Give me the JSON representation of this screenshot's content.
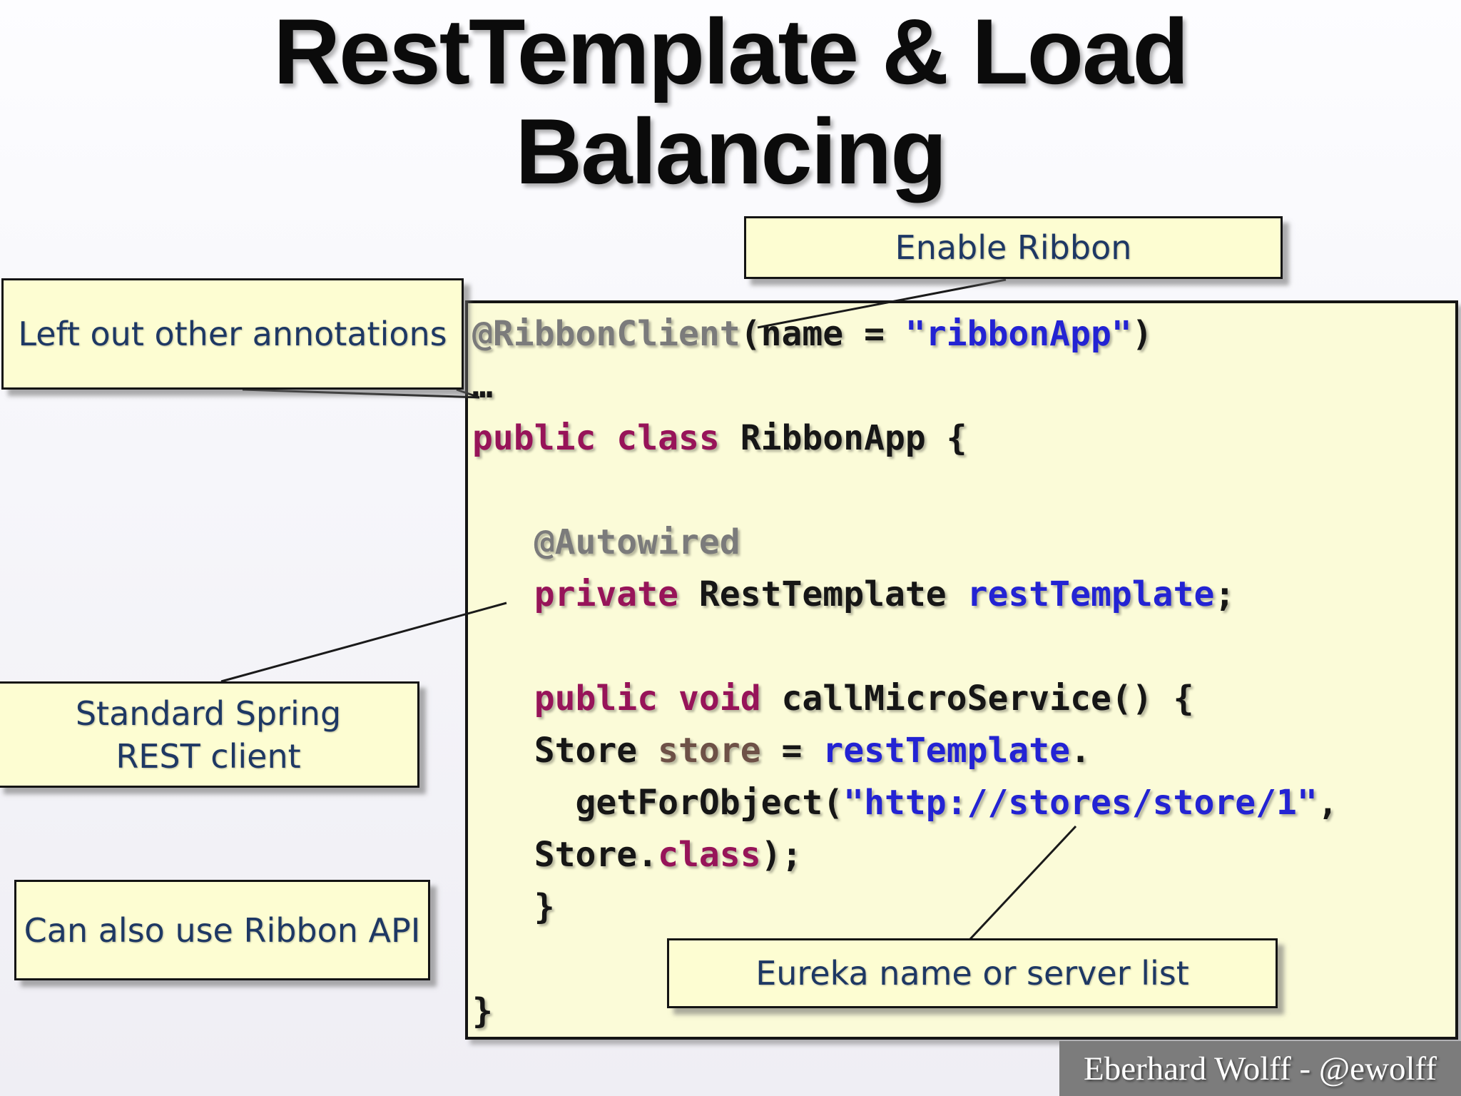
{
  "slide": {
    "title_line1": "RestTemplate & Load",
    "title_line2": "Balancing",
    "footer": "Eberhard Wolff - @ewolff"
  },
  "callouts": {
    "enable_ribbon": "Enable Ribbon",
    "left_out": "Left out other annotations",
    "standard_spring_line1": "Standard Spring",
    "standard_spring_line2": "REST client",
    "ribbon_api": "Can also use Ribbon API",
    "eureka": "Eureka name or server list"
  },
  "palette": {
    "annotation_gray": "#7b7b7b",
    "keyword_magenta": "#971459",
    "literal_blue": "#2323d3",
    "variable_brown": "#6e5147",
    "code_black": "#161616",
    "callout_navy": "#1e3864",
    "callout_yellow": "#fdfdd2",
    "codebox_yellow": "#fbfbd8",
    "footer_gray": "#7c7c7c"
  },
  "code": {
    "lines": [
      [
        {
          "text": "@RibbonClient",
          "color": "annotation_gray"
        },
        {
          "text": "(name = ",
          "color": "code_black"
        },
        {
          "text": "\"ribbonApp\"",
          "color": "literal_blue"
        },
        {
          "text": ")",
          "color": "code_black"
        }
      ],
      [
        {
          "text": "…",
          "color": "code_black"
        }
      ],
      [
        {
          "text": "public class ",
          "color": "keyword_magenta"
        },
        {
          "text": "RibbonApp {",
          "color": "code_black"
        }
      ],
      [],
      [
        {
          "text": "   ",
          "color": "code_black"
        },
        {
          "text": "@Autowired",
          "color": "annotation_gray"
        }
      ],
      [
        {
          "text": "   ",
          "color": "code_black"
        },
        {
          "text": "private",
          "color": "keyword_magenta"
        },
        {
          "text": " RestTemplate ",
          "color": "code_black"
        },
        {
          "text": "restTemplate",
          "color": "literal_blue"
        },
        {
          "text": ";",
          "color": "code_black"
        }
      ],
      [],
      [
        {
          "text": "   ",
          "color": "code_black"
        },
        {
          "text": "public void",
          "color": "keyword_magenta"
        },
        {
          "text": " callMicroService() {",
          "color": "code_black"
        }
      ],
      [
        {
          "text": "   Store ",
          "color": "code_black"
        },
        {
          "text": "store",
          "color": "variable_brown"
        },
        {
          "text": " = ",
          "color": "code_black"
        },
        {
          "text": "restTemplate",
          "color": "literal_blue"
        },
        {
          "text": ".",
          "color": "code_black"
        }
      ],
      [
        {
          "text": "     getForObject(",
          "color": "code_black"
        },
        {
          "text": "\"http://stores/store/1\"",
          "color": "literal_blue"
        },
        {
          "text": ",",
          "color": "code_black"
        }
      ],
      [
        {
          "text": "   Store.",
          "color": "code_black"
        },
        {
          "text": "class",
          "color": "keyword_magenta"
        },
        {
          "text": ");",
          "color": "code_black"
        }
      ],
      [
        {
          "text": "   }",
          "color": "code_black"
        }
      ],
      [],
      [
        {
          "text": "}",
          "color": "code_black"
        }
      ]
    ]
  }
}
